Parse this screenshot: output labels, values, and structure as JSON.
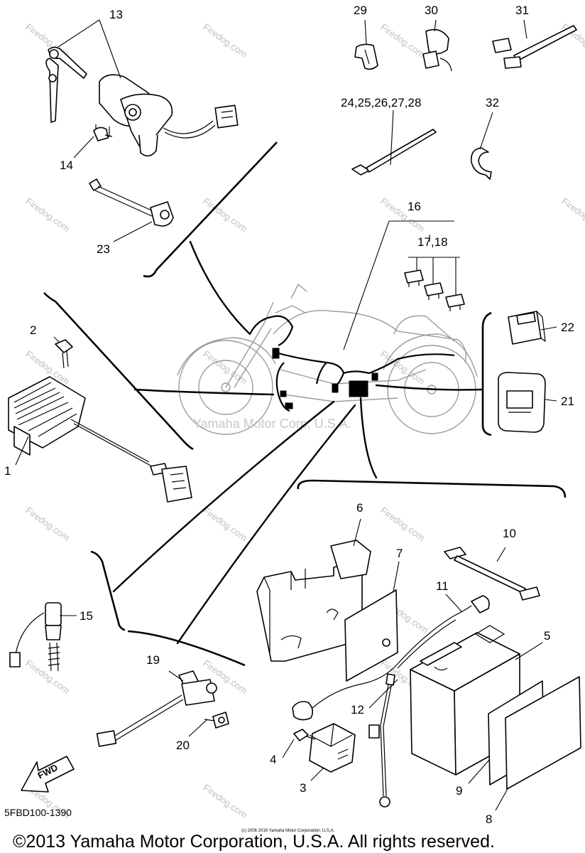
{
  "diagram": {
    "callouts": {
      "c1": "1",
      "c2": "2",
      "c3": "3",
      "c4": "4",
      "c5": "5",
      "c6": "6",
      "c7": "7",
      "c8": "8",
      "c9": "9",
      "c10": "10",
      "c11": "11",
      "c12": "12",
      "c13": "13",
      "c14": "14",
      "c15": "15",
      "c16": "16",
      "c17_18": "17,18",
      "c19": "19",
      "c20": "20",
      "c21": "21",
      "c22": "22",
      "c23": "23",
      "c24_28": "24,25,26,27,28",
      "c29": "29",
      "c30": "30",
      "c31": "31",
      "c32": "32"
    },
    "overlay_text": "Yamaha Motor Corp, U.S.A.",
    "watermark_text": "Firedog.com",
    "fwd_label": "FWD",
    "diagram_code": "5FBD100-1390",
    "fine_print": "(c) 2006 2016 Yamaha Motor Corporation, U.S.A.",
    "copyright": "©2013 Yamaha Motor Corporation, U.S.A. All rights reserved."
  }
}
